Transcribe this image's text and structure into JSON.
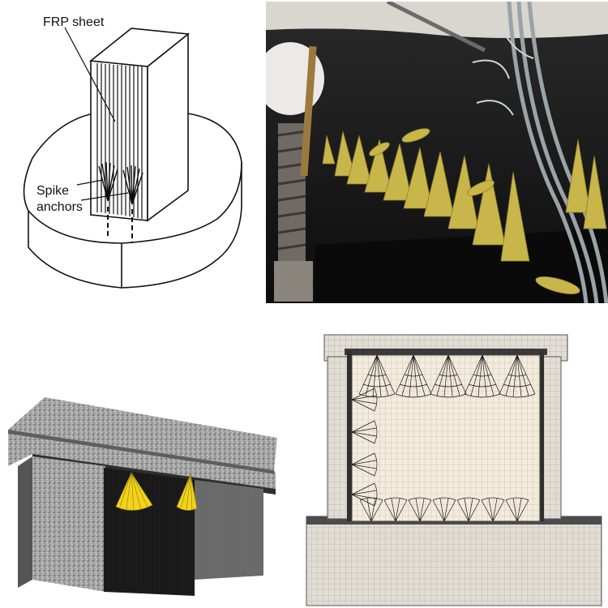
{
  "sketch": {
    "label_sheet": "FRP sheet",
    "label_anchor_line1": "Spike",
    "label_anchor_line2": "anchors"
  },
  "colors": {
    "fiber_yellow": "#d8c24a",
    "epoxy_black": "#151515",
    "concrete_gray": "#a9a9a9",
    "mesh_cream": "#f3ecdc"
  }
}
